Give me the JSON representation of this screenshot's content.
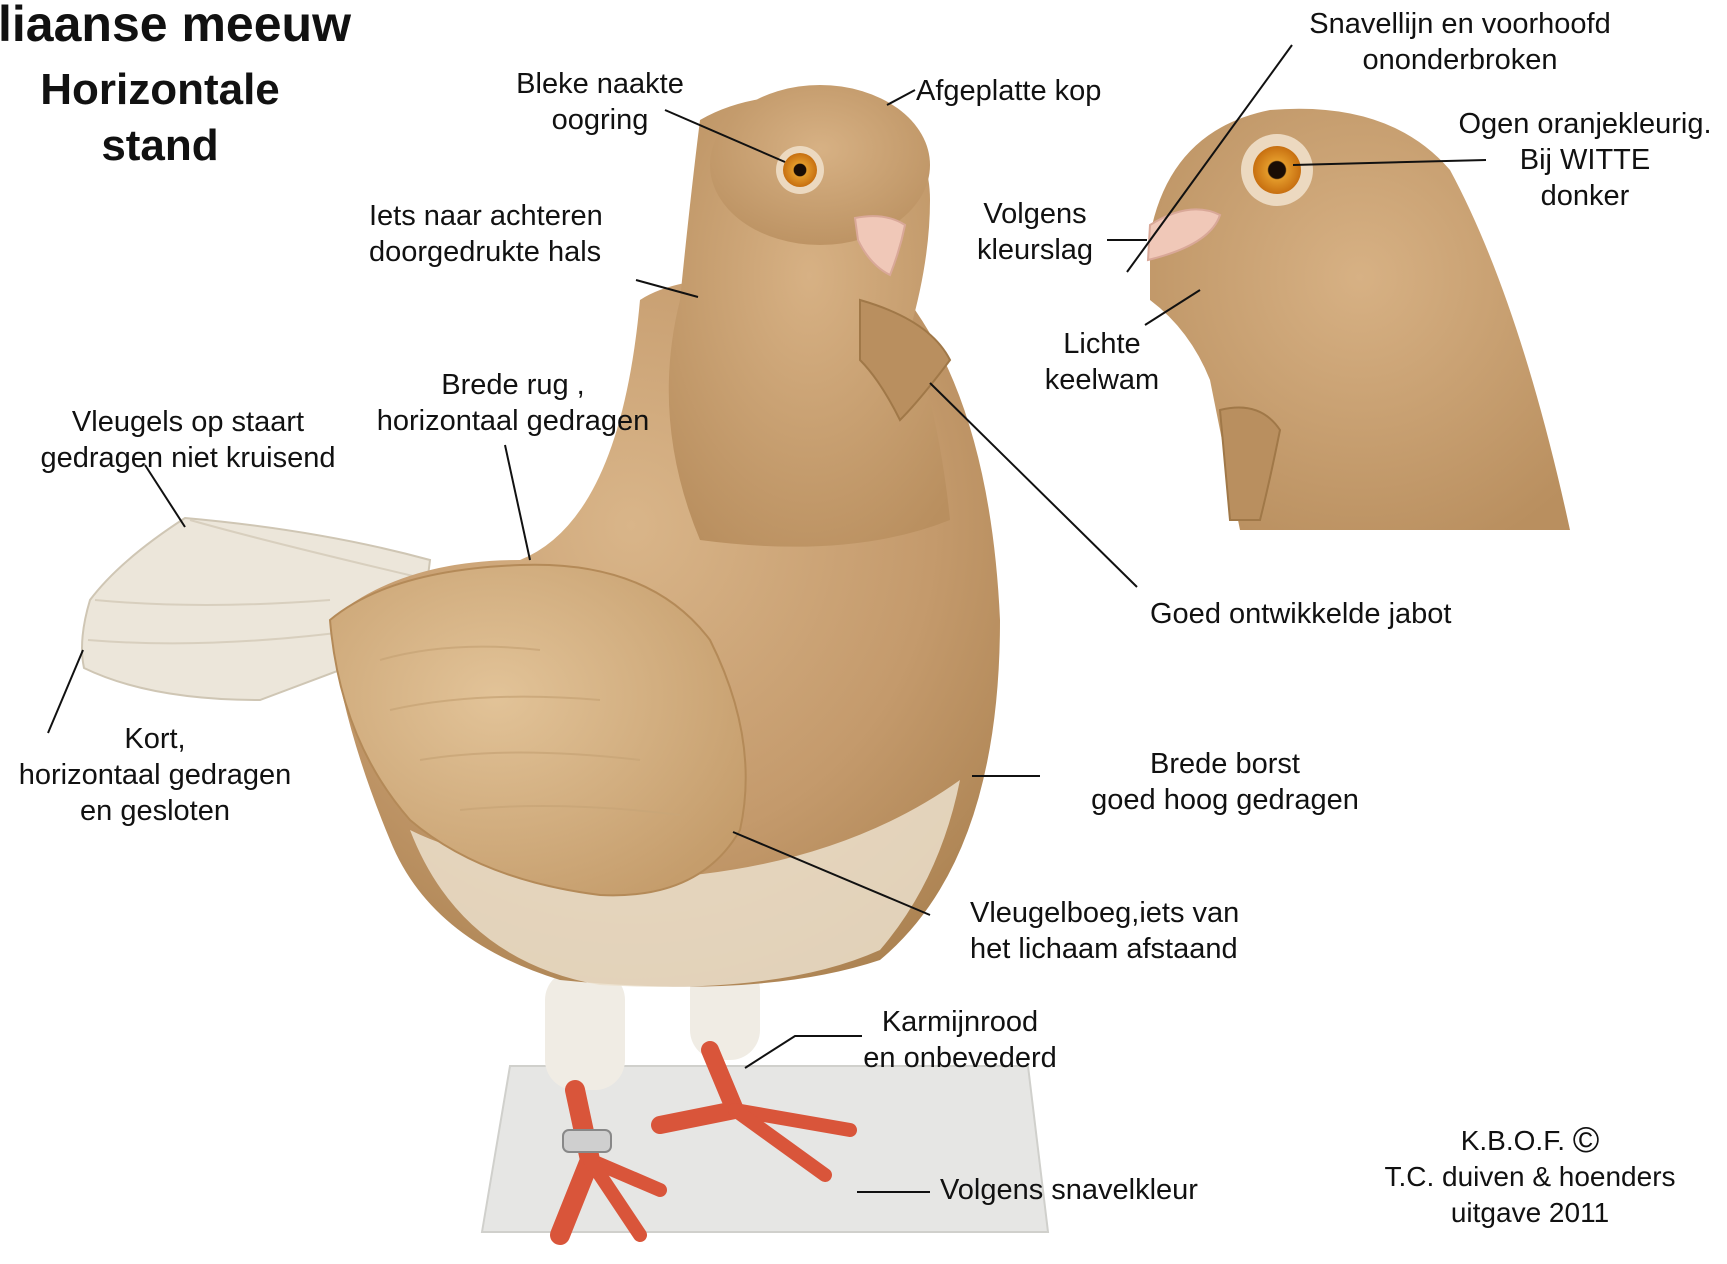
{
  "title": {
    "line1": "liaanse meeuw",
    "line2": "Horizontale",
    "line3": "stand"
  },
  "labels": {
    "eye_ring": [
      "Bleke naakte",
      "oogring"
    ],
    "flat_head": "Afgeplatte kop",
    "neck": [
      "Iets naar achteren",
      "doorgedrukte hals"
    ],
    "beak_line": [
      "Snavellijn en voorhoofd",
      "ononderbroken"
    ],
    "eyes": [
      "Ogen oranjekleurig.",
      "Bij WITTE",
      "donker"
    ],
    "beak_color": [
      "Volgens",
      "kleurslag"
    ],
    "throat": [
      "Lichte",
      "keelwam"
    ],
    "back": [
      "Brede rug ,",
      "horizontaal gedragen"
    ],
    "wings": [
      "Vleugels op staart",
      "gedragen niet kruisend"
    ],
    "jabot": "Goed ontwikkelde jabot",
    "tail": [
      "Kort,",
      "horizontaal gedragen",
      "en gesloten"
    ],
    "chest": [
      "Brede borst",
      "goed hoog gedragen"
    ],
    "wing_bend": [
      "Vleugelboeg,iets van",
      "het lichaam afstaand"
    ],
    "legs": [
      "Karmijnrood",
      "en onbevederd"
    ],
    "nails": "Volgens snavelkleur"
  },
  "credit": {
    "line1": "K.B.O.F.",
    "copyright_symbol": "©",
    "line2": "T.C. duiven & hoenders",
    "line3": "uitgave 2011"
  },
  "colors": {
    "plumage": "#c49a6c",
    "plumage_light": "#d8b88c",
    "tail_white": "#ece6da",
    "eye_iris": "#e08a1e",
    "beak": "#f0c8b8",
    "feet": "#d9553a",
    "base": "#e8e8e8"
  }
}
